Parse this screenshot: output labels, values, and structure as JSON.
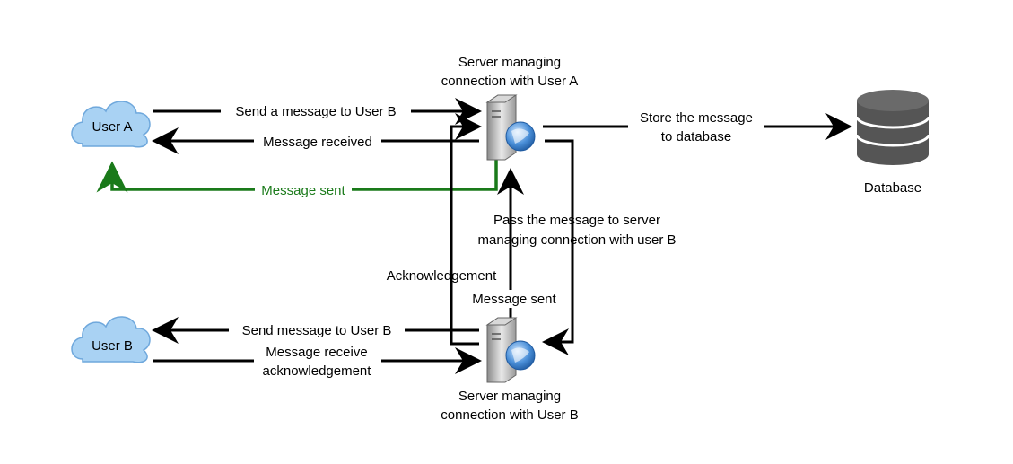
{
  "nodes": {
    "user_a": "User A",
    "user_b": "User B",
    "server_a": [
      "Server managing",
      "connection with User A"
    ],
    "server_b": [
      "Server managing",
      "connection with User B"
    ],
    "database": "Database"
  },
  "edges": {
    "send_to_b": "Send a message to User B",
    "msg_received": "Message received",
    "msg_sent_green": "Message sent",
    "store": [
      "Store the message",
      "to database"
    ],
    "pass": [
      "Pass the message to server",
      "managing connection with user B"
    ],
    "ack": "Acknowledgement",
    "msg_sent_b": "Message sent",
    "send_to_user_b": "Send message to User B",
    "receive_ack": [
      "Message receive",
      "acknowledgement"
    ]
  },
  "colors": {
    "cloud_fill": "#a9d2f3",
    "cloud_stroke": "#6fa8dc",
    "green_edge": "#1a7a1a",
    "db_fill": "#555555"
  }
}
